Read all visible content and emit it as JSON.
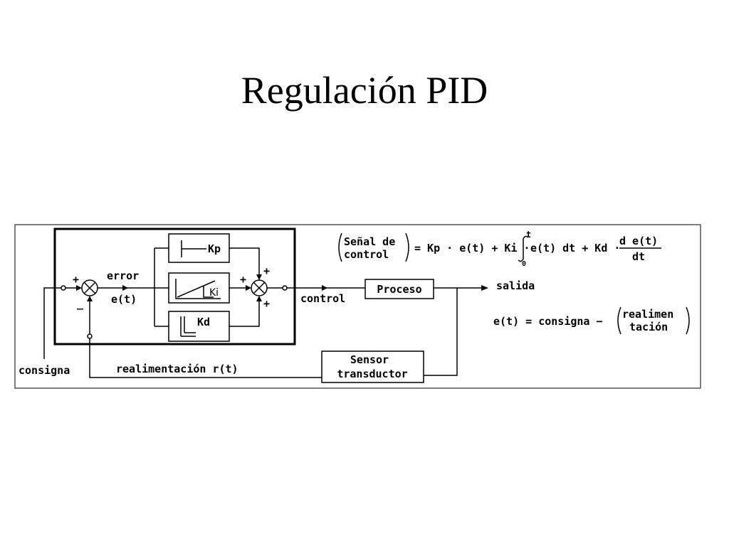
{
  "title": "Regulación PID",
  "labels": {
    "plus_left_top": "+",
    "minus_left_bottom": "_",
    "error": "error",
    "e_t": "e(t)",
    "kp": "Kp",
    "ki": "Ki",
    "kd": "Kd",
    "plus_sum_left": "+",
    "plus_sum_top": "+",
    "plus_sum_bottom": "+",
    "control": "control",
    "proceso": "Proceso",
    "salida": "salida",
    "sensor_line1": "Sensor",
    "sensor_line2": "transductor",
    "consigna": "consigna",
    "realimentacion": "realimentación r(t)"
  },
  "formula1": {
    "lhs_line1": "Señal de",
    "lhs_line2": "control",
    "eq": "= Kp · e(t) + Ki ·",
    "int_upper": "t",
    "int_lower": "0",
    "integrand": "e(t) dt + Kd ·",
    "frac_num": "d e(t)",
    "frac_den": "dt"
  },
  "formula2": {
    "lhs": "e(t) = consigna −",
    "paren_line1": "realimen",
    "paren_line2": "tación"
  }
}
